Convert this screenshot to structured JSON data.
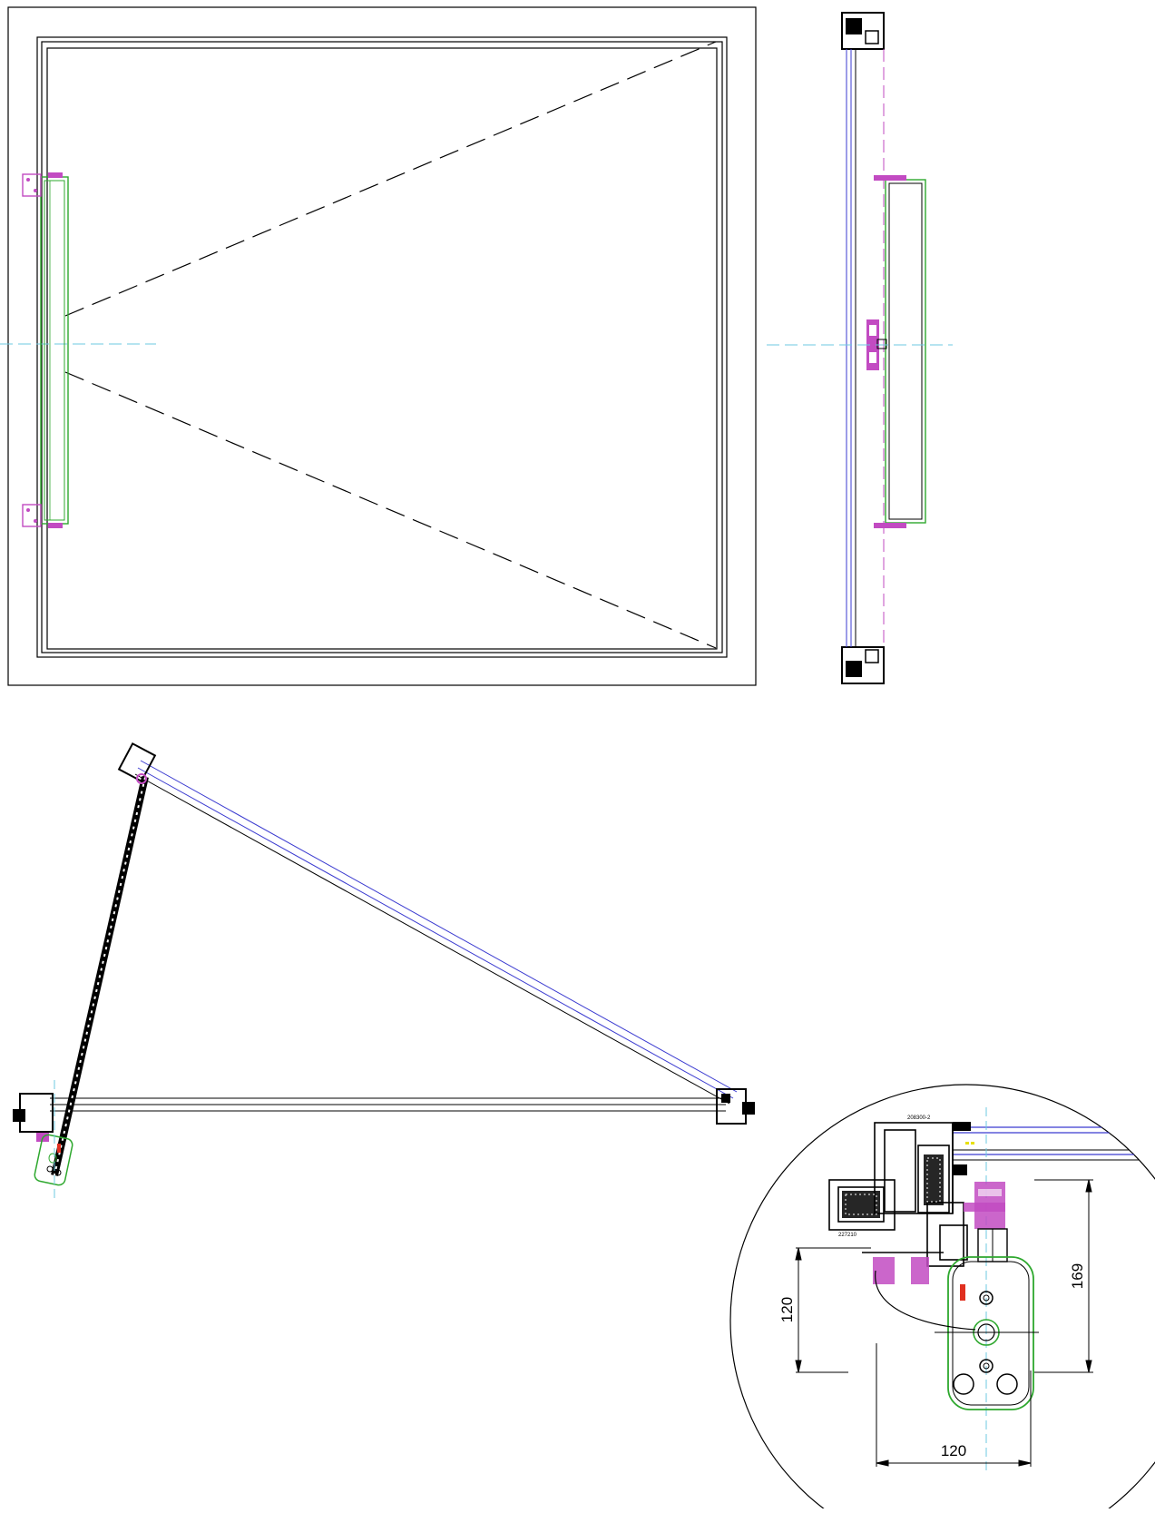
{
  "drawing": {
    "labels": {
      "profile_code_top": "208300-2",
      "profile_code_left": "227210"
    },
    "dimensions": {
      "vertical_left": "120",
      "vertical_right": "169",
      "horizontal_bottom": "120"
    },
    "colors": {
      "line": "#000000",
      "glass": "#3a3ad0",
      "actuator": "#2ea82e",
      "bracket": "#c24bc2",
      "centerline": "#6ec8e0",
      "accent_red": "#e03020",
      "accent_yellow": "#e8e000"
    }
  }
}
